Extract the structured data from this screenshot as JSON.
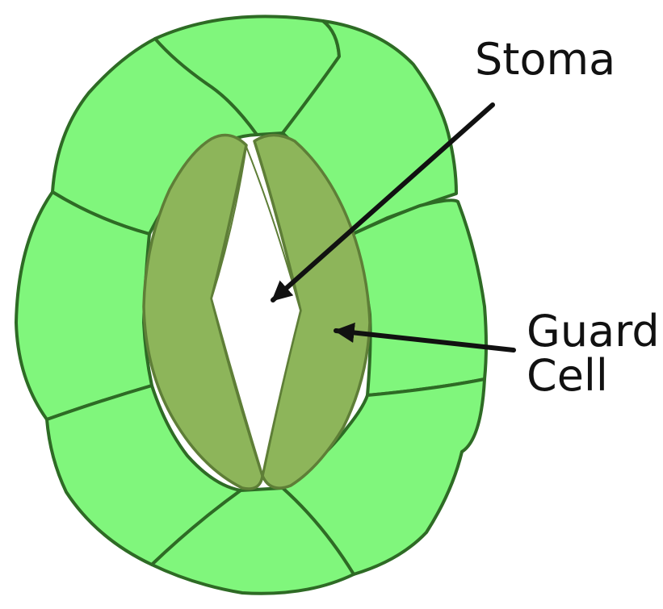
{
  "labels": {
    "stoma": "Stoma",
    "guard_line1": "Guard",
    "guard_line2": "Cell"
  },
  "colors": {
    "epidermal_cell_fill": "#80f67c",
    "cell_outline": "#2e6b25",
    "guard_cell_fill": "#8db55a",
    "guard_cell_outline": "#5e7e37",
    "pore": "#ffffff",
    "arrow": "#111111"
  }
}
